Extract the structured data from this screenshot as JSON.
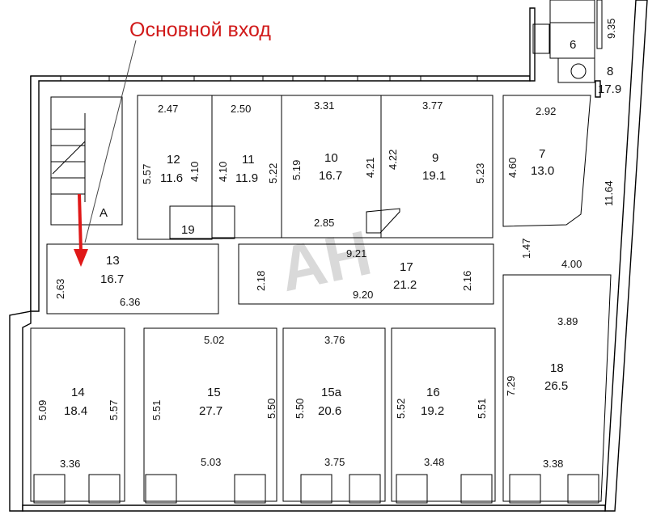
{
  "title": "Основной вход",
  "watermark": "AH",
  "colors": {
    "arrow": "#e01818",
    "title": "#d11a1a",
    "wall": "#000000",
    "watermark": "#d9d9d9"
  },
  "stair_label": "А",
  "rooms": [
    {
      "id": "12",
      "number": "12",
      "area": "11.6",
      "dims": [
        "2.47",
        "5.57",
        "4.10"
      ]
    },
    {
      "id": "11",
      "number": "11",
      "area": "11.9",
      "dims": [
        "2.50",
        "4.10",
        "5.22"
      ]
    },
    {
      "id": "10",
      "number": "10",
      "area": "16.7",
      "dims": [
        "3.31",
        "5.19",
        "4.21"
      ]
    },
    {
      "id": "9",
      "number": "9",
      "area": "19.1",
      "dims": [
        "3.77",
        "4.22",
        "5.23"
      ]
    },
    {
      "id": "7",
      "number": "7",
      "area": "13.0",
      "dims": [
        "2.92",
        "4.60"
      ]
    },
    {
      "id": "6",
      "number": "6"
    },
    {
      "id": "8",
      "number": "8",
      "area": "17.9",
      "dims": [
        "9.35",
        "11.64",
        "1.47",
        "4.00"
      ]
    },
    {
      "id": "19",
      "number": "19"
    },
    {
      "id": "13",
      "number": "13",
      "area": "16.7",
      "dims": [
        "2.63",
        "6.36"
      ]
    },
    {
      "id": "17",
      "number": "17",
      "area": "21.2",
      "dims": [
        "2.85",
        "9.21",
        "2.18",
        "2.16",
        "9.20"
      ]
    },
    {
      "id": "14",
      "number": "14",
      "area": "18.4",
      "dims": [
        "5.09",
        "5.57",
        "3.36"
      ]
    },
    {
      "id": "15",
      "number": "15",
      "area": "27.7",
      "dims": [
        "5.02",
        "5.51",
        "5.50",
        "5.03"
      ]
    },
    {
      "id": "15a",
      "number": "15а",
      "area": "20.6",
      "dims": [
        "3.76",
        "5.50",
        "3.75"
      ]
    },
    {
      "id": "16",
      "number": "16",
      "area": "19.2",
      "dims": [
        "5.52",
        "5.51",
        "3.48"
      ]
    },
    {
      "id": "18",
      "number": "18",
      "area": "26.5",
      "dims": [
        "3.89",
        "7.29",
        "3.38"
      ]
    }
  ]
}
